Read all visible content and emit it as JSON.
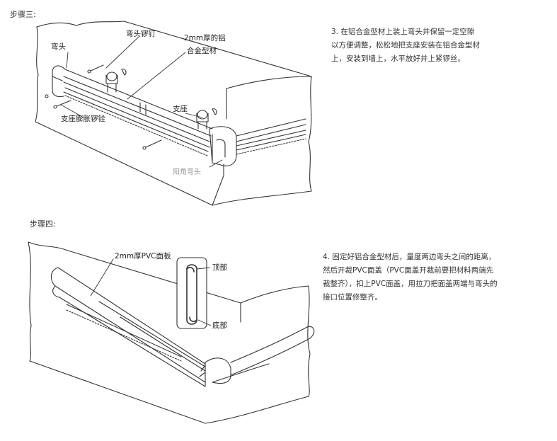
{
  "step3": {
    "heading": "步骤三:",
    "labels": {
      "end_cap": "弯头",
      "cap_screw": "弯头锣钉",
      "aluminum_a": "2mm厚的铝",
      "aluminum_b": "合金型材",
      "bracket": "支座",
      "anchor_bolt": "支座膨胀锣铨",
      "outer_corner": "阳角弯头"
    },
    "description": [
      "3. 在铝合金型材上装上弯头并保留一定空隙",
      "以方便调整，松松地把支座安装在铝合金型材",
      "上，安装到墙上，水平放好并上紧锣丝。"
    ]
  },
  "step4": {
    "heading": "步骤四:",
    "labels": {
      "pvc_panel": "2mm厚PVC面板",
      "top": "顶部",
      "bottom": "底部"
    },
    "description": [
      "4. 固定好铝合金型材后，量度两边弯头之间的距离，",
      "然后开裁PVC面盖（PVC面盖开裁前要把材料两端先",
      "裁整齐），扣上PVC面盖，用拉刀把面盖两端与弯头的",
      "接口位置修整齐。"
    ]
  }
}
